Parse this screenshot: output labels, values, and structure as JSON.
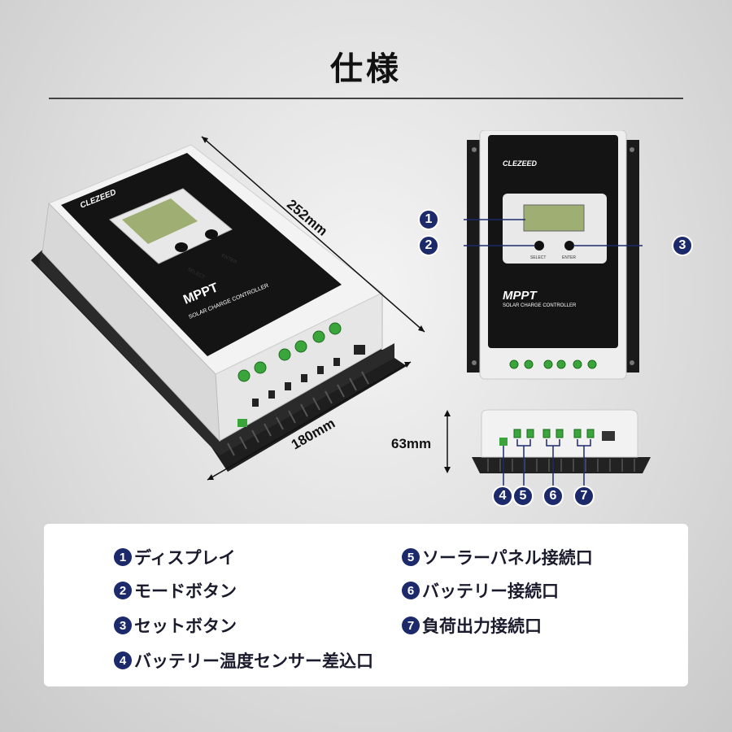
{
  "page": {
    "title": "仕様"
  },
  "dimensions": {
    "length": "252mm",
    "width": "180mm",
    "height": "63mm"
  },
  "device": {
    "brand": "CLEZEED",
    "model": "MPPT",
    "subtitle": "SOLAR CHARGE CONTROLLER",
    "button_select": "SELECT",
    "button_enter": "ENTER"
  },
  "callouts": [
    "1",
    "2",
    "3",
    "4",
    "5",
    "6",
    "7"
  ],
  "legend": [
    {
      "num": "1",
      "label": "ディスプレイ"
    },
    {
      "num": "2",
      "label": "モードボタン"
    },
    {
      "num": "3",
      "label": "セットボタン"
    },
    {
      "num": "4",
      "label": "バッテリー温度センサー差込口"
    },
    {
      "num": "5",
      "label": "ソーラーパネル接続口"
    },
    {
      "num": "6",
      "label": "バッテリー接続口"
    },
    {
      "num": "7",
      "label": "負荷出力接続口"
    }
  ],
  "colors": {
    "badge": "#1c2a6b",
    "panel_black": "#141414",
    "terminal_green": "#3aa53a"
  }
}
